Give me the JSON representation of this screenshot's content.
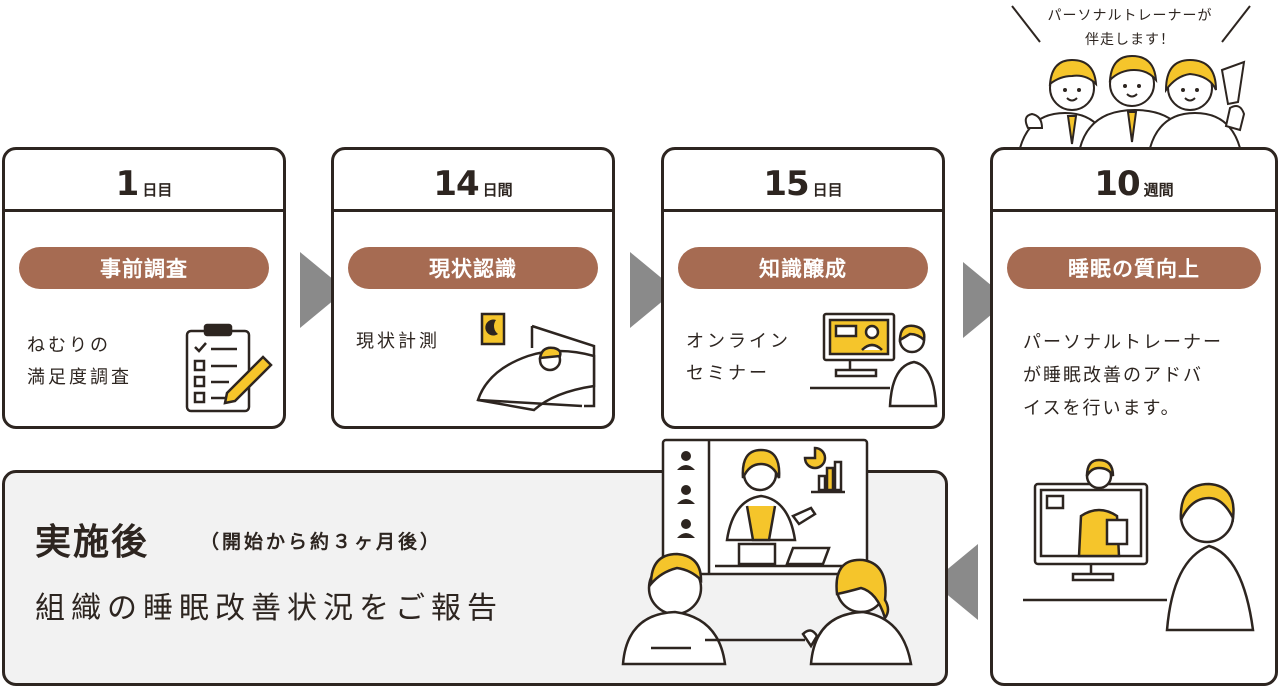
{
  "steps": [
    {
      "num": "1",
      "unit": "日目",
      "title": "事前調査",
      "desc": "ねむりの\n満足度調査",
      "icon": "clipboard-checklist-icon"
    },
    {
      "num": "14",
      "unit": "日間",
      "title": "現状認識",
      "desc": "現状計測",
      "icon": "sleeping-in-bed-icon"
    },
    {
      "num": "15",
      "unit": "日目",
      "title": "知識醸成",
      "desc": "オンライン\nセミナー",
      "icon": "online-seminar-icon"
    },
    {
      "num": "10",
      "unit": "週間",
      "title": "睡眠の質向上",
      "desc": "パーソナルトレーナー\nが睡眠改善のアドバ\nイスを行います。",
      "icon": "trainer-video-call-icon"
    }
  ],
  "trainers_callout": "パーソナルトレーナーが\n伴走します！",
  "result": {
    "title": "実施後",
    "subtitle": "（開始から約３ヶ月後）",
    "body": "組織の睡眠改善状況をご報告"
  },
  "colors": {
    "accent": "#a66b52",
    "highlight": "#f5c52b",
    "arrow": "#8a8a8a",
    "line": "#2d2520"
  }
}
